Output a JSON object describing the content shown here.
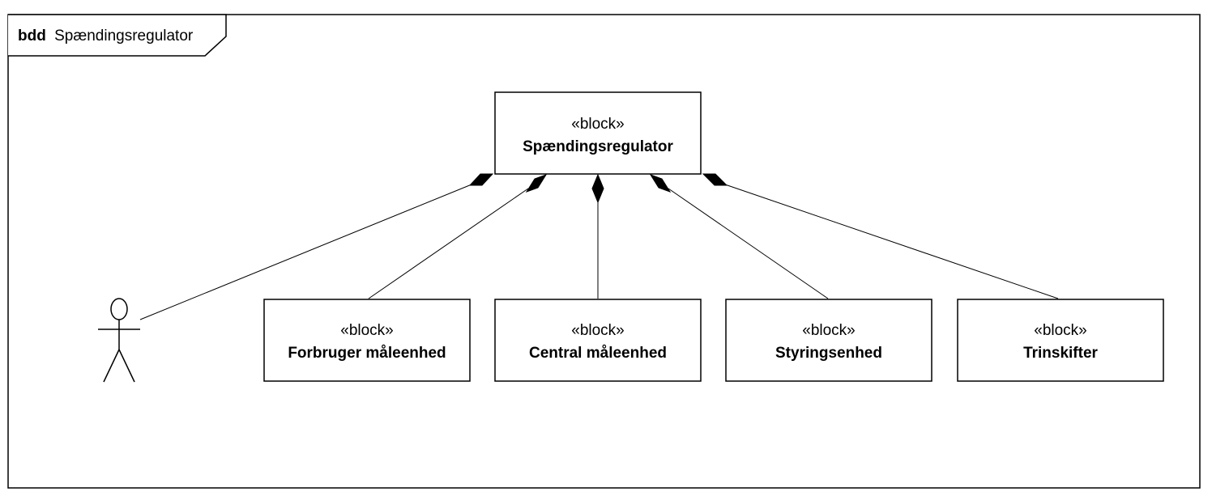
{
  "frame": {
    "keyword": "bdd",
    "name": "Spændingsregulator"
  },
  "parent_block": {
    "stereotype": "«block»",
    "name": "Spændingsregulator"
  },
  "actor": {
    "icon": "stick-figure-actor-icon"
  },
  "child_blocks": [
    {
      "stereotype": "«block»",
      "name": "Forbruger måleenhed"
    },
    {
      "stereotype": "«block»",
      "name": "Central måleenhed"
    },
    {
      "stereotype": "«block»",
      "name": "Styringsenhed"
    },
    {
      "stereotype": "«block»",
      "name": "Trinskifter"
    }
  ],
  "relationship": {
    "type": "composition",
    "end_marker": "filled-diamond"
  },
  "colors": {
    "line": "#000000",
    "fill": "#ffffff"
  }
}
